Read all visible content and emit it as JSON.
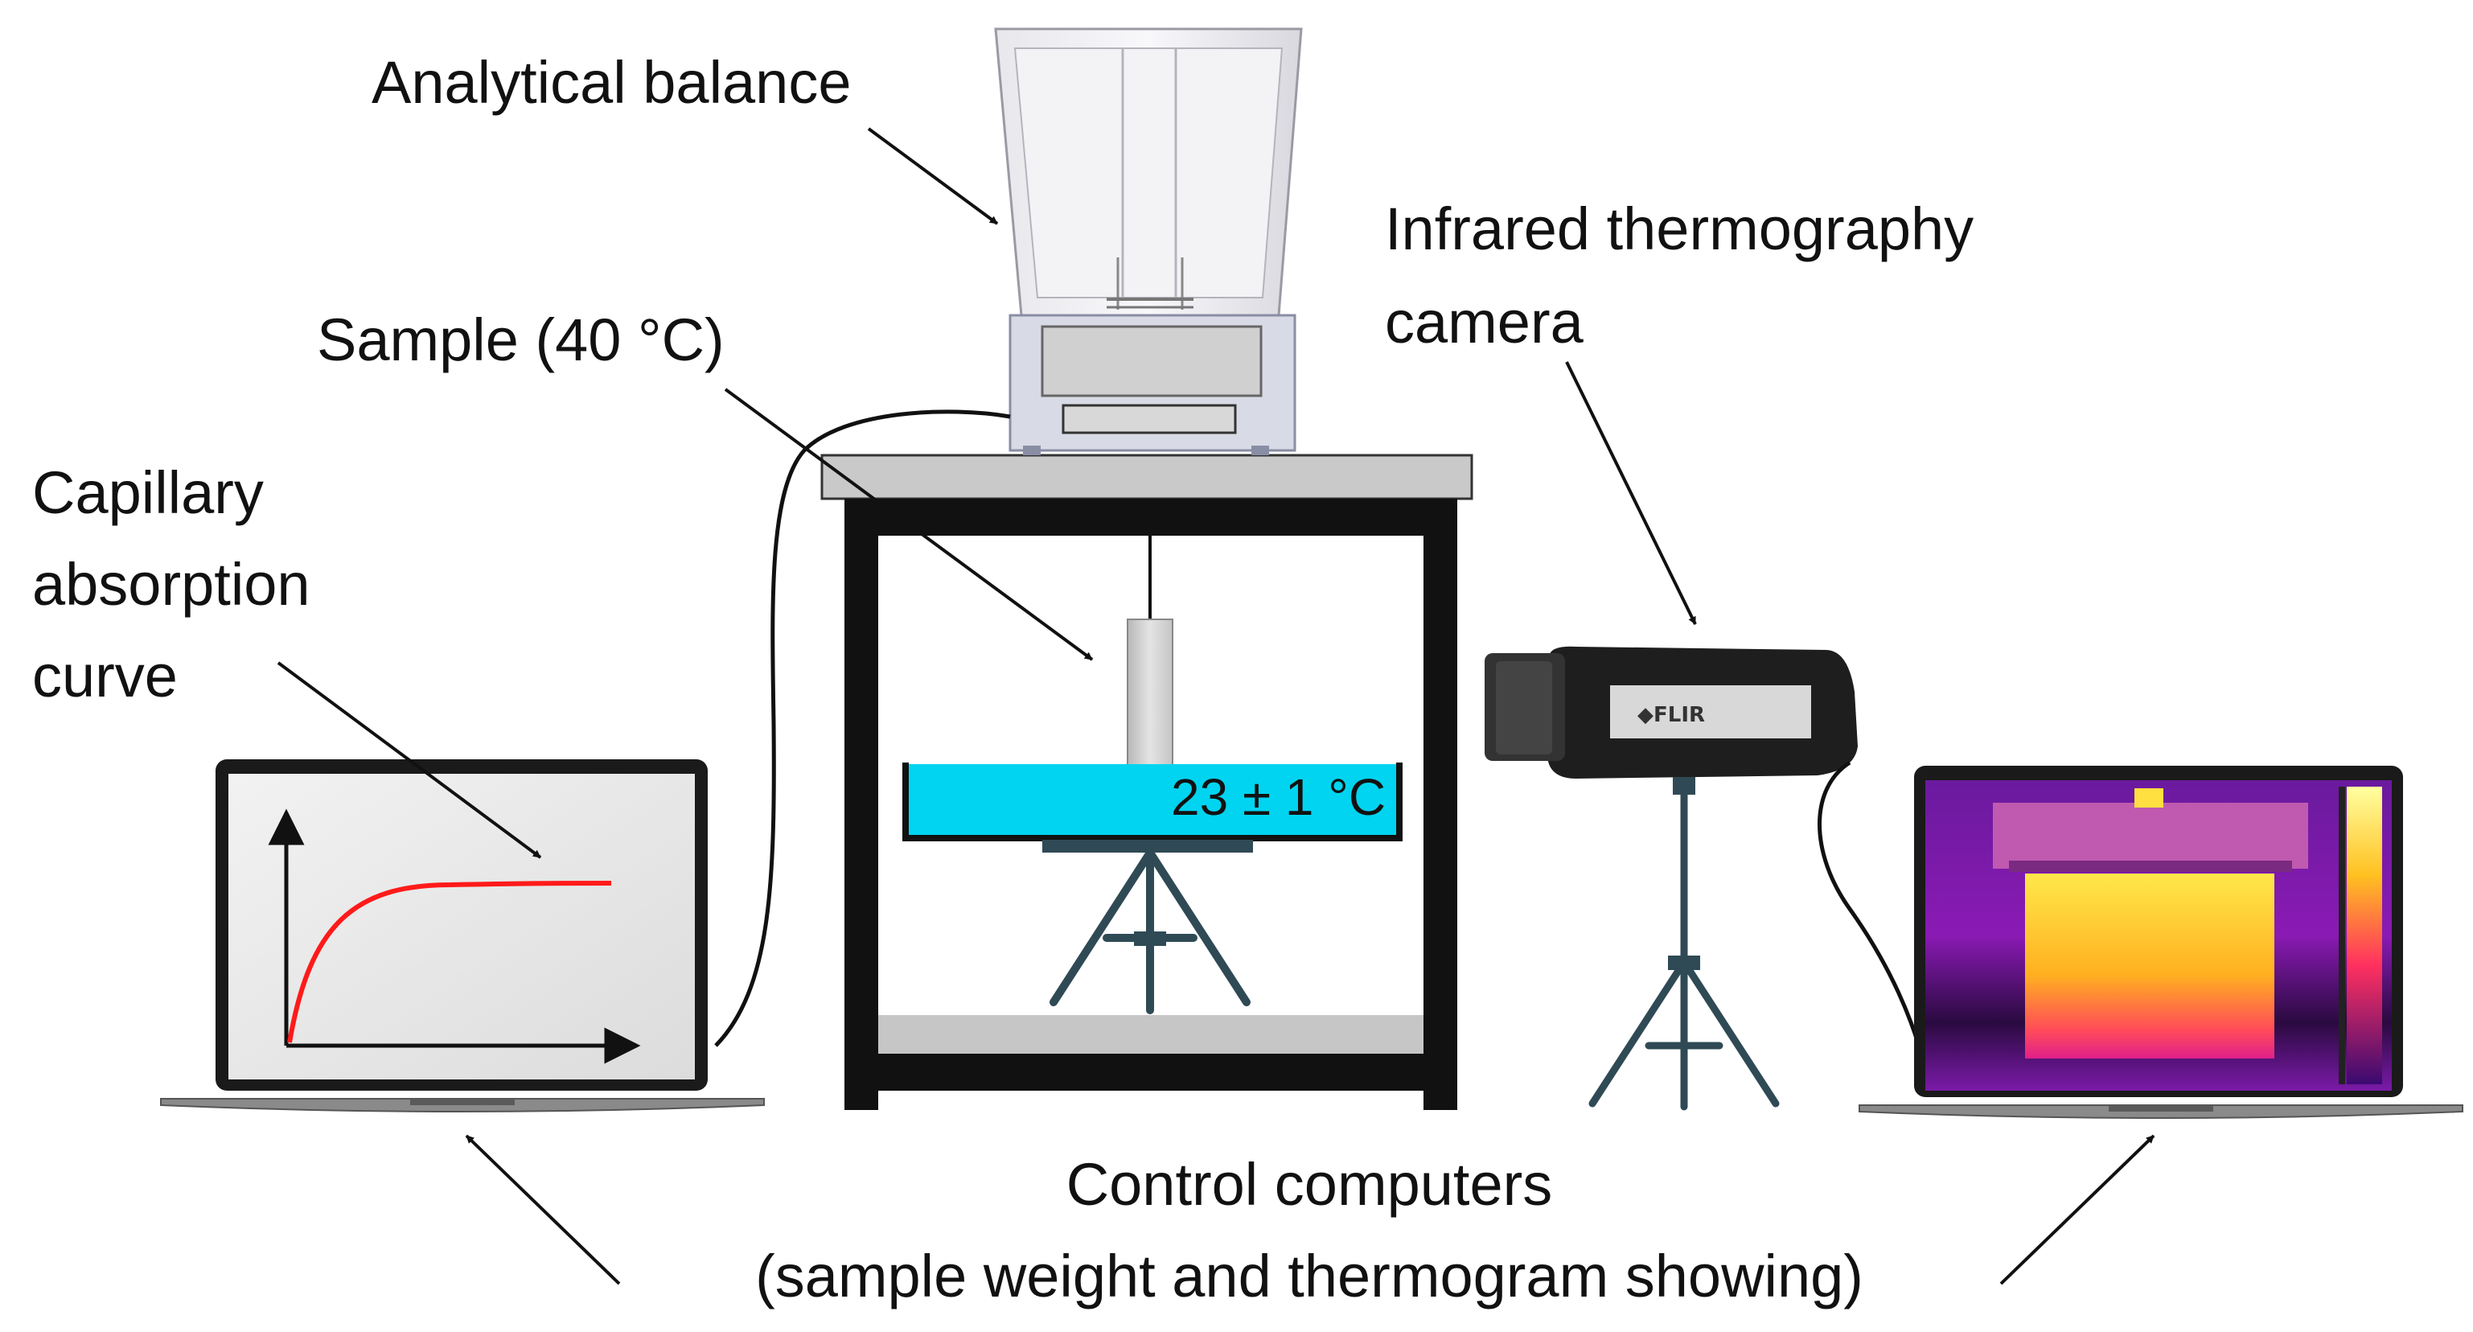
{
  "labels": {
    "analytical_balance": "Analytical balance",
    "sample": "Sample (40 °C)",
    "infrared_camera_line1": "Infrared thermography",
    "infrared_camera_line2": "camera",
    "capillary_line1": "Capillary",
    "capillary_line2": "absorption",
    "capillary_line3": "curve",
    "water_temperature": "23 ± 1 °C",
    "control_line1": "Control computers",
    "control_line2": "(sample weight and thermogram showing)",
    "camera_brand": "FLIR"
  },
  "colors": {
    "water": "#00d4f0",
    "curve": "#ff1a1a",
    "frame": "#111111",
    "tabletop": "#c8c8c8",
    "tripod": "#2f4a55",
    "thermogram_bg": "#5a1a9a",
    "thermogram_hot": "#ffe040"
  },
  "icons": {
    "balance": "analytical-balance-icon",
    "camera": "thermal-camera-icon",
    "laptop": "laptop-icon"
  }
}
